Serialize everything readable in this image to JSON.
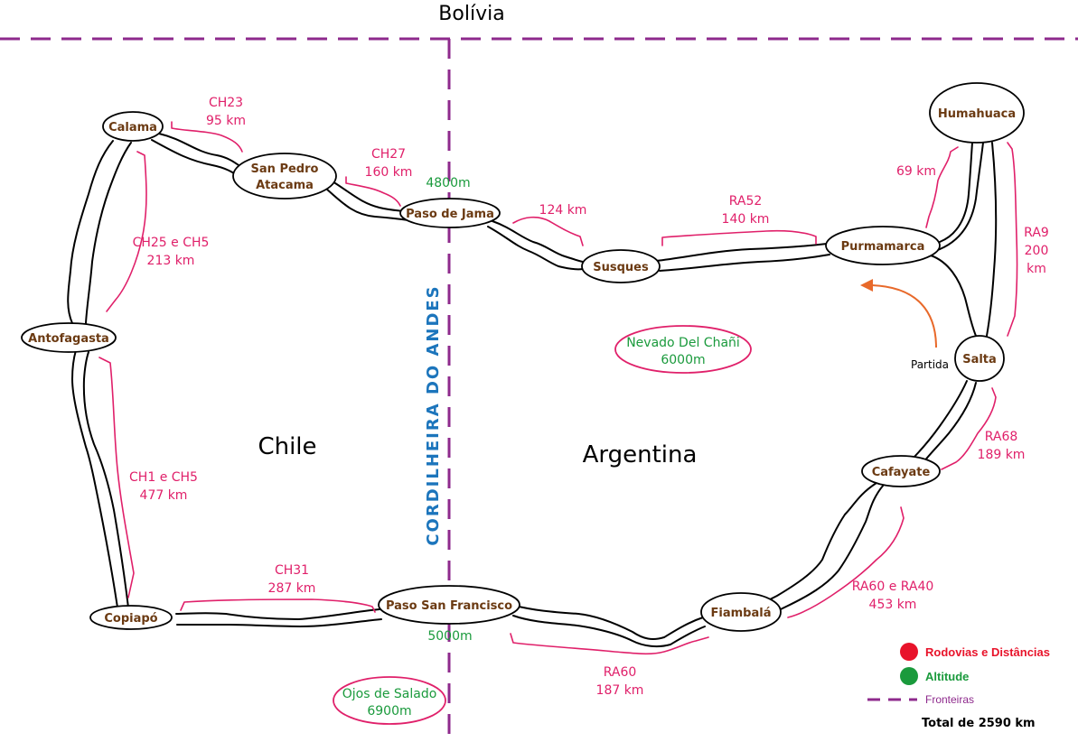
{
  "map": {
    "neighbor_country": "Bolívia",
    "countries": {
      "left": "Chile",
      "right": "Argentina"
    },
    "mountain_range": "CORDILHEIRA DO ANDES",
    "start_marker": "Partida",
    "colors": {
      "border": "#8e2a8c",
      "distance": "#e0206a",
      "altitude": "#1a9a3c",
      "place": "#6b3a12",
      "range": "#1c75bc",
      "arrow": "#e8692a"
    },
    "places": [
      {
        "id": "calama",
        "name": "Calama"
      },
      {
        "id": "sanpedro",
        "name_line1": "San Pedro",
        "name_line2": "Atacama"
      },
      {
        "id": "pasojama",
        "name": "Paso de Jama"
      },
      {
        "id": "susques",
        "name": "Susques"
      },
      {
        "id": "purmamarca",
        "name": "Purmamarca"
      },
      {
        "id": "humahuaca",
        "name": "Humahuaca"
      },
      {
        "id": "salta",
        "name": "Salta"
      },
      {
        "id": "cafayate",
        "name": "Cafayate"
      },
      {
        "id": "fiambala",
        "name": "Fiambalá"
      },
      {
        "id": "pasosanfrancisco",
        "name": "Paso San Francisco"
      },
      {
        "id": "copiapo",
        "name": "Copiapó"
      },
      {
        "id": "antofagasta",
        "name": "Antofagasta"
      }
    ],
    "peaks": [
      {
        "line1": "Nevado Del Chañi",
        "line2": "6000m"
      },
      {
        "line1": "Ojos de Salado",
        "line2": "6900m"
      }
    ],
    "altitudes": [
      {
        "label": "4800m"
      },
      {
        "label": "5000m"
      }
    ],
    "segments": [
      {
        "route": "CH23",
        "distance": "95 km"
      },
      {
        "route": "CH27",
        "distance": "160 km"
      },
      {
        "route": "",
        "distance": "124 km"
      },
      {
        "route": "RA52",
        "distance": "140 km"
      },
      {
        "route": "",
        "distance": "69 km"
      },
      {
        "route": "RA9",
        "distance_num": "200",
        "distance_unit": "km"
      },
      {
        "route": "RA68",
        "distance": "189 km"
      },
      {
        "route": "RA60 e RA40",
        "distance": "453 km"
      },
      {
        "route": "RA60",
        "distance": "187 km"
      },
      {
        "route": "CH31",
        "distance": "287 km"
      },
      {
        "route": "CH1 e CH5",
        "distance": "477 km"
      },
      {
        "route": "CH25 e CH5",
        "distance": "213 km"
      }
    ]
  },
  "legend": {
    "roads_distances": "Rodovias e Distâncias",
    "altitude": "Altitude",
    "borders": "Fronteiras",
    "total": "Total de 2590 km"
  }
}
